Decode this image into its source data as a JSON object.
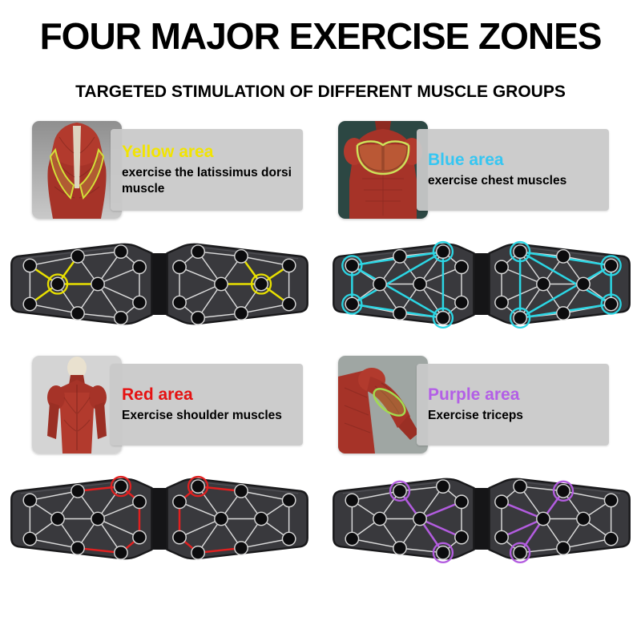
{
  "page": {
    "title": "FOUR MAJOR EXERCISE ZONES",
    "subtitle": "TARGETED STIMULATION OF DIFFERENT MUSCLE GROUPS"
  },
  "zones": [
    {
      "id": "yellow",
      "name": "Yellow area",
      "name_color": "#f2e400",
      "accent": "#e8e000",
      "desc": "exercise the latissimus dorsi muscle",
      "muscle_image": "back-latissimus-dorsi"
    },
    {
      "id": "blue",
      "name": "Blue area",
      "name_color": "#35c6f2",
      "accent": "#2bd6e4",
      "desc": "exercise chest muscles",
      "muscle_image": "chest-muscles"
    },
    {
      "id": "red",
      "name": "Red area",
      "name_color": "#e51212",
      "accent": "#e02020",
      "desc": "Exercise shoulder muscles",
      "muscle_image": "shoulder-muscles"
    },
    {
      "id": "purple",
      "name": "Purple area",
      "name_color": "#b35fe6",
      "accent": "#b35ce0",
      "desc": "Exercise triceps",
      "muscle_image": "triceps-muscles"
    }
  ]
}
